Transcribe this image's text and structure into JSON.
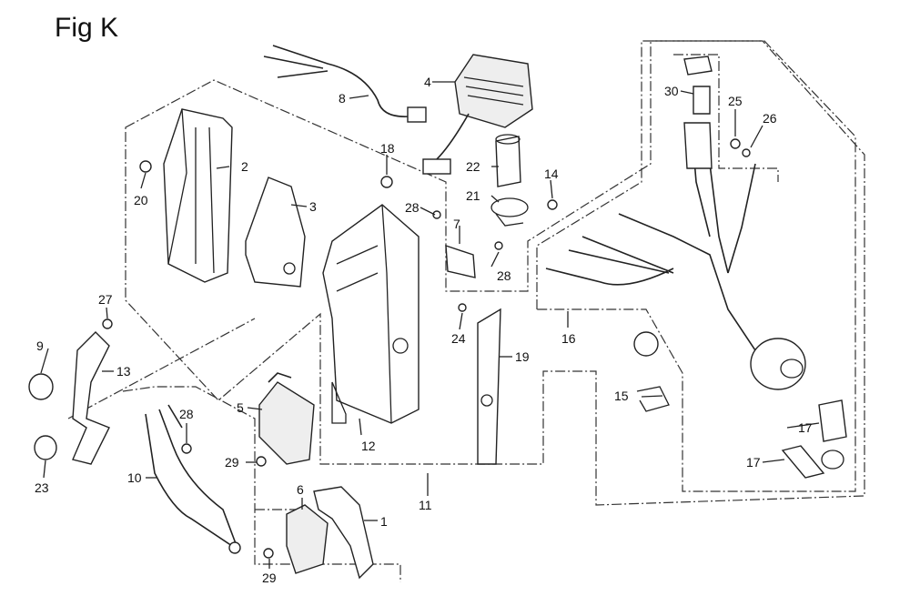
{
  "figure": {
    "title": "Fig K"
  },
  "callouts": [
    {
      "id": "c1",
      "text": "1"
    },
    {
      "id": "c2",
      "text": "2"
    },
    {
      "id": "c3",
      "text": "3"
    },
    {
      "id": "c4",
      "text": "4"
    },
    {
      "id": "c5",
      "text": "5"
    },
    {
      "id": "c6",
      "text": "6"
    },
    {
      "id": "c7",
      "text": "7"
    },
    {
      "id": "c8",
      "text": "8"
    },
    {
      "id": "c9",
      "text": "9"
    },
    {
      "id": "c10",
      "text": "10"
    },
    {
      "id": "c11",
      "text": "11"
    },
    {
      "id": "c12",
      "text": "12"
    },
    {
      "id": "c13",
      "text": "13"
    },
    {
      "id": "c14",
      "text": "14"
    },
    {
      "id": "c15",
      "text": "15"
    },
    {
      "id": "c16",
      "text": "16"
    },
    {
      "id": "c17a",
      "text": "17"
    },
    {
      "id": "c17b",
      "text": "17"
    },
    {
      "id": "c18",
      "text": "18"
    },
    {
      "id": "c19",
      "text": "19"
    },
    {
      "id": "c20",
      "text": "20"
    },
    {
      "id": "c21",
      "text": "21"
    },
    {
      "id": "c22",
      "text": "22"
    },
    {
      "id": "c23",
      "text": "23"
    },
    {
      "id": "c24",
      "text": "24"
    },
    {
      "id": "c25",
      "text": "25"
    },
    {
      "id": "c26",
      "text": "26"
    },
    {
      "id": "c27",
      "text": "27"
    },
    {
      "id": "c28a",
      "text": "28"
    },
    {
      "id": "c28b",
      "text": "28"
    },
    {
      "id": "c28c",
      "text": "28"
    },
    {
      "id": "c29a",
      "text": "29"
    },
    {
      "id": "c29b",
      "text": "29"
    },
    {
      "id": "c30",
      "text": "30"
    }
  ]
}
